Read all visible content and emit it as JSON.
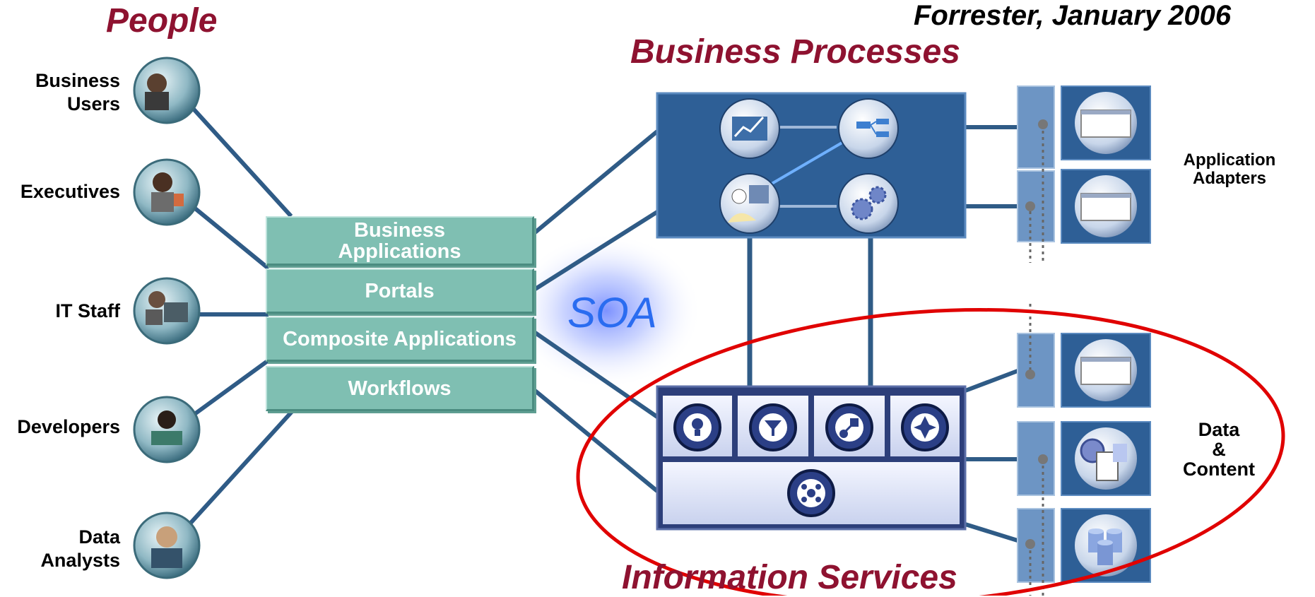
{
  "headings": {
    "people": "People",
    "business_processes": "Business Processes",
    "information_services": "Information Services",
    "citation": "Forrester, January 2006"
  },
  "people": [
    {
      "label": "Business Users",
      "line1": "Business",
      "line2": "Users",
      "icon": "business-users-photo-icon"
    },
    {
      "label": "Executives",
      "line1": "Executives",
      "line2": "",
      "icon": "executive-photo-icon"
    },
    {
      "label": "IT Staff",
      "line1": "IT Staff",
      "line2": "",
      "icon": "it-staff-photo-icon"
    },
    {
      "label": "Developers",
      "line1": "Developers",
      "line2": "",
      "icon": "developer-photo-icon"
    },
    {
      "label": "Data Analysts",
      "line1": "Data",
      "line2": "Analysts",
      "icon": "data-analyst-photo-icon"
    }
  ],
  "applications": {
    "business_line1": "Business",
    "business_line2": "Applications",
    "portals": "Portals",
    "composite": "Composite Applications",
    "workflows": "Workflows"
  },
  "soa_label": "SOA",
  "right_labels": {
    "adapters_line1": "Application",
    "adapters_line2": "Adapters",
    "data_line1": "Data",
    "data_line2": "&",
    "data_line3": "Content"
  },
  "colors": {
    "heading": "#8e1230",
    "app_box": "#7fbfb2",
    "process_box": "#2e5f96",
    "connector": "#2f5b86",
    "highlight_ellipse": "#e00000",
    "soa_text": "#2a6cf0"
  }
}
